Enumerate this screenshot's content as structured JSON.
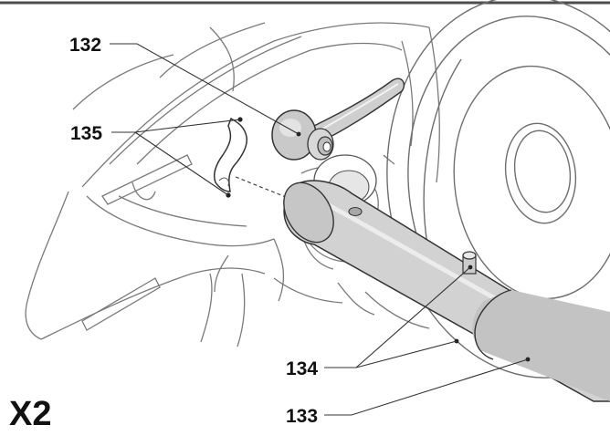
{
  "figure": {
    "label": "X2",
    "callouts": [
      {
        "id": "132",
        "text": "132"
      },
      {
        "id": "135",
        "text": "135"
      },
      {
        "id": "134",
        "text": "134"
      },
      {
        "id": "133",
        "text": "133"
      }
    ]
  },
  "colors": {
    "line": "#3a3a3a",
    "thin_line": "#8a8a8a",
    "part_fill": "#d4d4d4",
    "part_shade": "#bdbdbd",
    "background": "#ffffff",
    "top_rule": "#4d4d4d"
  }
}
